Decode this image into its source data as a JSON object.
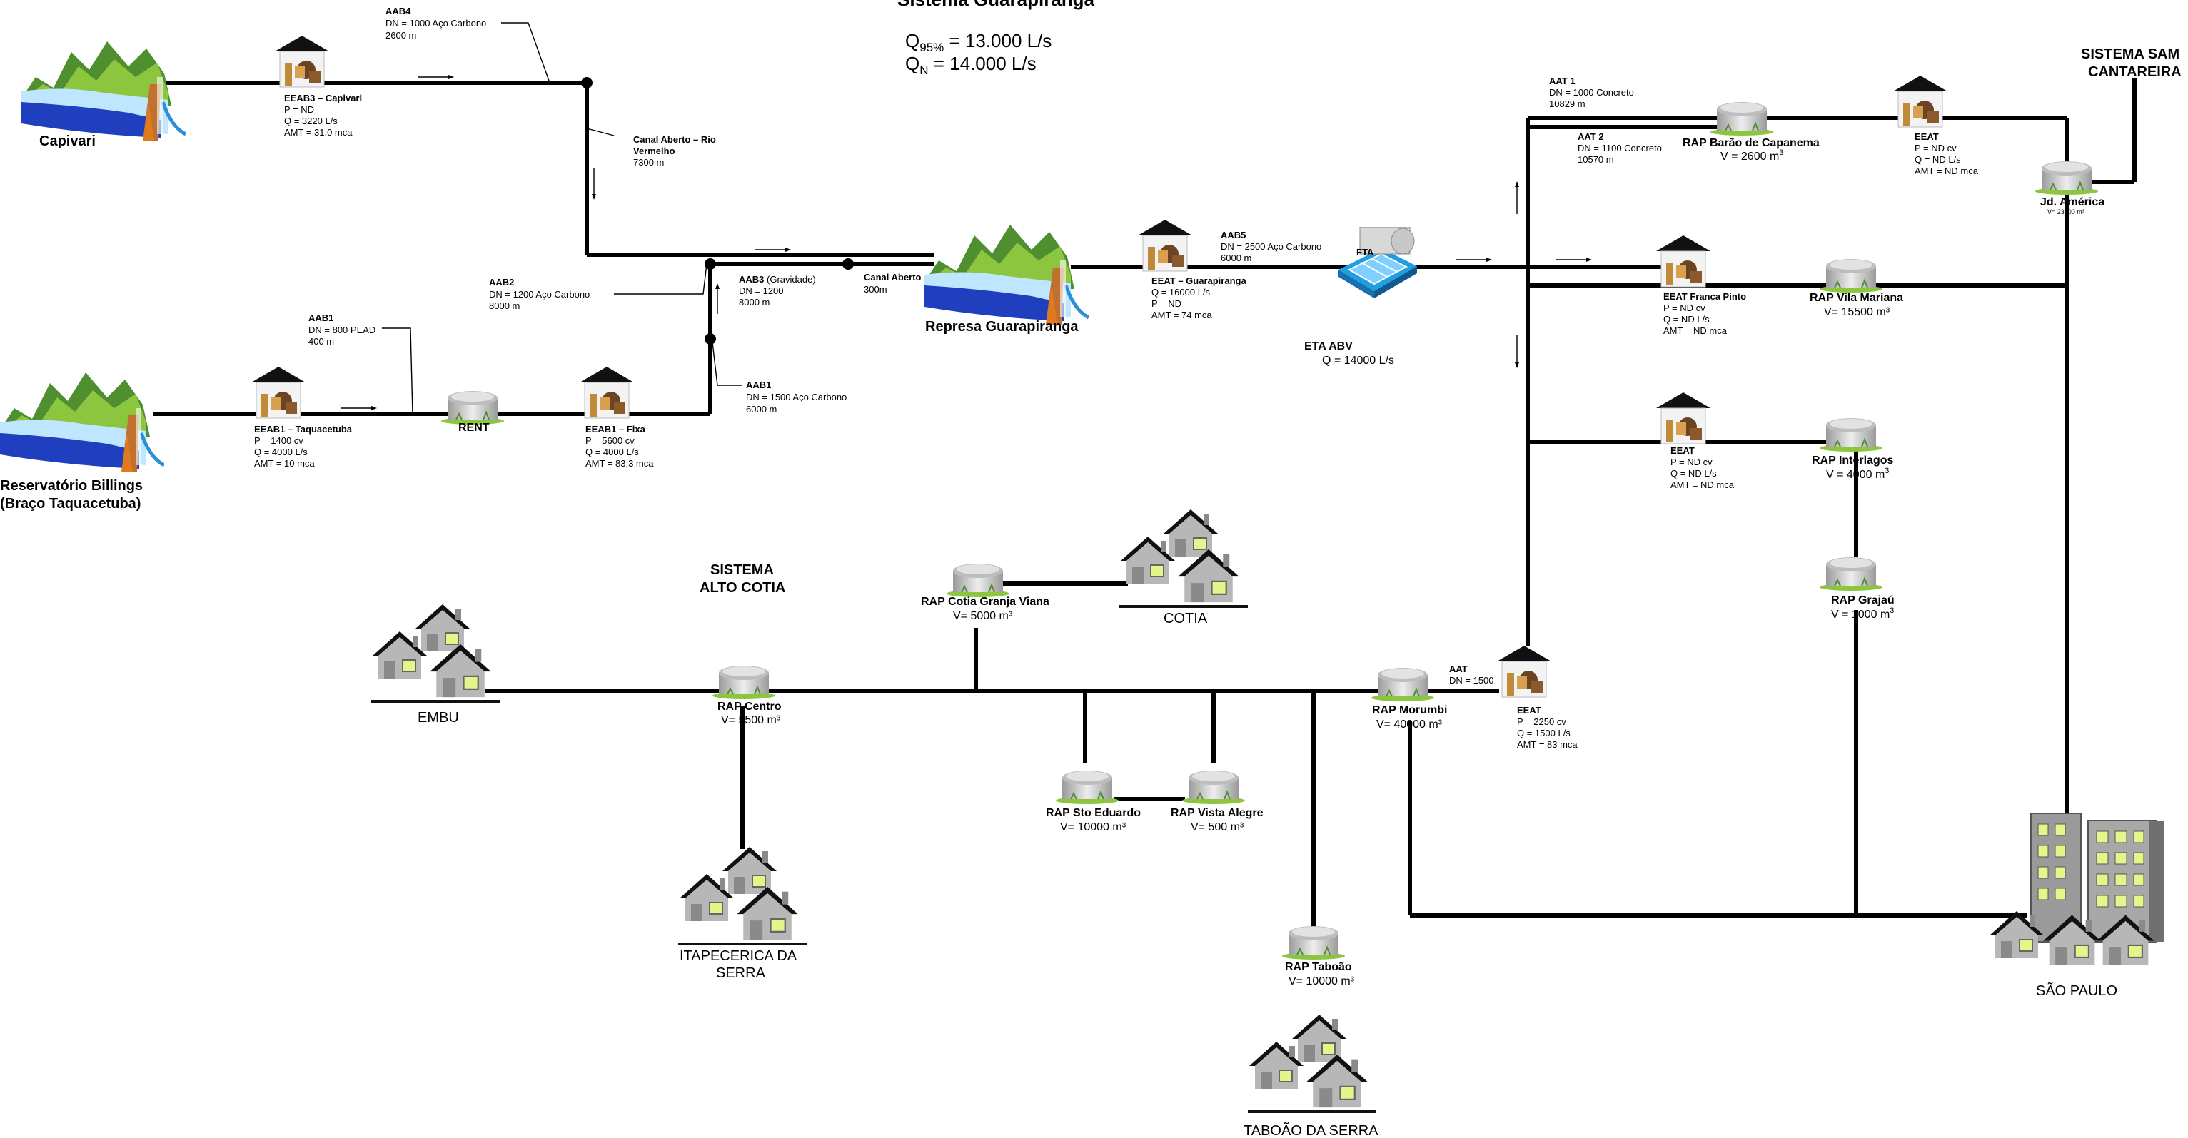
{
  "title": {
    "name": "Sistema Guarapiranga",
    "q95": "Q",
    "q95_sub": "95%",
    "q95_val": " = 13.000 L/s",
    "qn": "Q",
    "qn_sub": "N",
    "qn_val": " = 14.000 L/s"
  },
  "sources": {
    "capivari": "Capivari",
    "billings_1": "Reservatório Billings",
    "billings_2": "(Braço Taquacetuba)",
    "guarapiranga": "Represa Guarapiranga"
  },
  "pipes": {
    "aab4": {
      "name": "AAB4",
      "l1": "DN = 1000 Aço Carbono",
      "l2": "2600 m"
    },
    "canal_rio": {
      "name1": "Canal Aberto – Rio",
      "name2": "Vermelho",
      "l1": "7300 m"
    },
    "aab2": {
      "name": "AAB2",
      "l1": "DN = 1200 Aço Carbono",
      "l2": "8000 m"
    },
    "aab3": {
      "name": "AAB3",
      "extra": " (Gravidade)",
      "l1": "DN = 1200",
      "l2": "8000 m"
    },
    "canal": {
      "name": "Canal Aberto",
      "l1": "300m"
    },
    "aab1_top": {
      "name": "AAB1",
      "l1": "DN = 800 PEAD",
      "l2": "400 m"
    },
    "aab1_bottom": {
      "name": "AAB1",
      "l1": "DN = 1500 Aço Carbono",
      "l2": "6000 m"
    },
    "aab5": {
      "name": "AAB5",
      "l1": "DN = 2500 Aço Carbono",
      "l2": "6000 m"
    },
    "aat1": {
      "name": "AAT 1",
      "l1": "DN = 1000 Concreto",
      "l2": "10829 m"
    },
    "aat2": {
      "name": "AAT 2",
      "l1": "DN = 1100 Concreto",
      "l2": "10570 m"
    },
    "aat": {
      "name": "AAT",
      "l1": "DN = 1500"
    }
  },
  "stations": {
    "eeab3": {
      "name": "EEAB3 – Capivari",
      "l1": "P = ND",
      "l2": "Q = 3220 L/s",
      "l3": "AMT = 31,0 mca"
    },
    "eeab1_taq": {
      "name": "EEAB1 – Taquacetuba",
      "l1": "P = 1400 cv",
      "l2": "Q = 4000 L/s",
      "l3": "AMT = 10 mca"
    },
    "eeab1_fixa": {
      "name": "EEAB1 – Fixa",
      "l1": "P = 5600 cv",
      "l2": "Q = 4000 L/s",
      "l3": "AMT = 83,3 mca"
    },
    "eeat_guara": {
      "name": "EEAT – Guarapiranga",
      "l1": "Q = 16000 L/s",
      "l2": "P = ND",
      "l3": "AMT = 74 mca"
    },
    "eeat_franca": {
      "name": "EEAT  Franca Pinto",
      "l1": "P = ND cv",
      "l2": "Q = ND L/s",
      "l3": "AMT = ND mca"
    },
    "eeat_interlagos": {
      "name": "EEAT",
      "l1": "P = ND cv",
      "l2": "Q = ND L/s",
      "l3": "AMT = ND mca"
    },
    "eeat_barao": {
      "name": "EEAT",
      "l1": "P = ND cv",
      "l2": "Q = ND L/s",
      "l3": "AMT = ND mca"
    },
    "eeat_morumbi": {
      "name": "EEAT",
      "l1": "P = 2250 cv",
      "l2": "Q = 1500 L/s",
      "l3": "AMT = 83 mca"
    }
  },
  "eta": {
    "name": "ETA ABV",
    "l1": "Q = 14000 L/s",
    "fta": "FTA"
  },
  "reservoirs": {
    "rent": {
      "name": "RENT"
    },
    "barao": {
      "name": "RAP Barão de Capanema",
      "vol": "V = 2600 m",
      "sup": "3"
    },
    "vila_mariana": {
      "name": "RAP Vila Mariana",
      "vol": "V= 15500 m³"
    },
    "interlagos": {
      "name": "RAP Interlagos",
      "vol": "V = 4000 m",
      "sup": "3"
    },
    "grajau": {
      "name": "RAP Grajaú",
      "vol": "V = 1000 m",
      "sup": "3"
    },
    "jd_america": {
      "name": "Jd. América",
      "vol": "V= 23000 m³"
    },
    "cotia": {
      "name": "RAP Cotia Granja Viana",
      "vol": "V= 5000 m³"
    },
    "centro": {
      "name": "RAP Centro",
      "vol": "V= 5500 m³"
    },
    "sto_eduardo": {
      "name": "RAP Sto Eduardo",
      "vol": "V= 10000 m³"
    },
    "vista_alegre": {
      "name": "RAP Vista Alegre",
      "vol": "V= 500 m³"
    },
    "morumbi": {
      "name": "RAP Morumbi",
      "vol": "V= 40000 m³"
    },
    "taboao": {
      "name": "RAP Taboão",
      "vol": "V= 10000 m³"
    }
  },
  "systems": {
    "alto_cotia_1": "SISTEMA",
    "alto_cotia_2": "ALTO COTIA",
    "cantareira_1": "SISTEMA SAM",
    "cantareira_2": "CANTAREIRA"
  },
  "cities": {
    "embu": "EMBU",
    "cotia": "COTIA",
    "itapecerica_1": "ITAPECERICA DA",
    "itapecerica_2": "SERRA",
    "taboao": "TABOÃO DA SERRA",
    "sao_paulo": "SÃO PAULO"
  },
  "colors": {
    "pipe": "#000000",
    "water": "#1f3fbf",
    "hill": "#4f8f2f",
    "house": "#b7b7b7",
    "window": "#e6f58a",
    "tank": "#c9c9c9",
    "grass": "#7fb33f",
    "roof": "#111111"
  },
  "icons": {
    "reservoir": "reservoir-landscape-icon",
    "pump": "pump-station-icon",
    "tank": "water-tank-icon",
    "houses": "houses-icon",
    "buildings": "city-buildings-icon",
    "eta": "treatment-plant-icon"
  }
}
